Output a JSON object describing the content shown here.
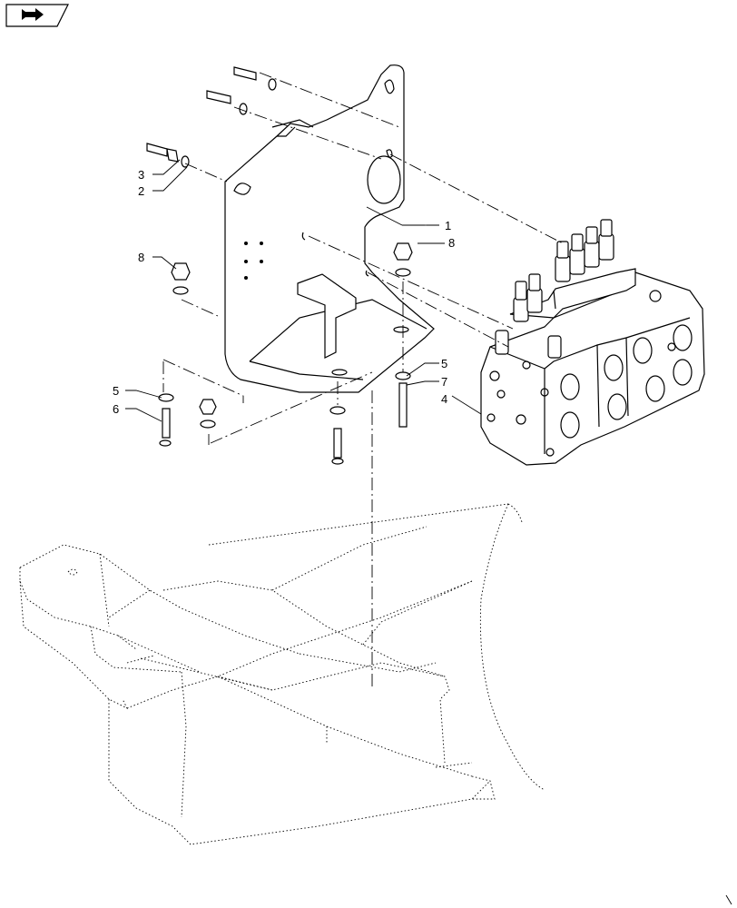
{
  "toolbar": {
    "nav_icon": "next-page-arrow-icon"
  },
  "callouts": [
    {
      "id": "c1",
      "label": "1"
    },
    {
      "id": "c2",
      "label": "2"
    },
    {
      "id": "c3",
      "label": "3"
    },
    {
      "id": "c4",
      "label": "4"
    },
    {
      "id": "c5a",
      "label": "5"
    },
    {
      "id": "c5b",
      "label": "5"
    },
    {
      "id": "c6",
      "label": "6"
    },
    {
      "id": "c7",
      "label": "7"
    },
    {
      "id": "c8a",
      "label": "8"
    },
    {
      "id": "c8b",
      "label": "8"
    }
  ]
}
